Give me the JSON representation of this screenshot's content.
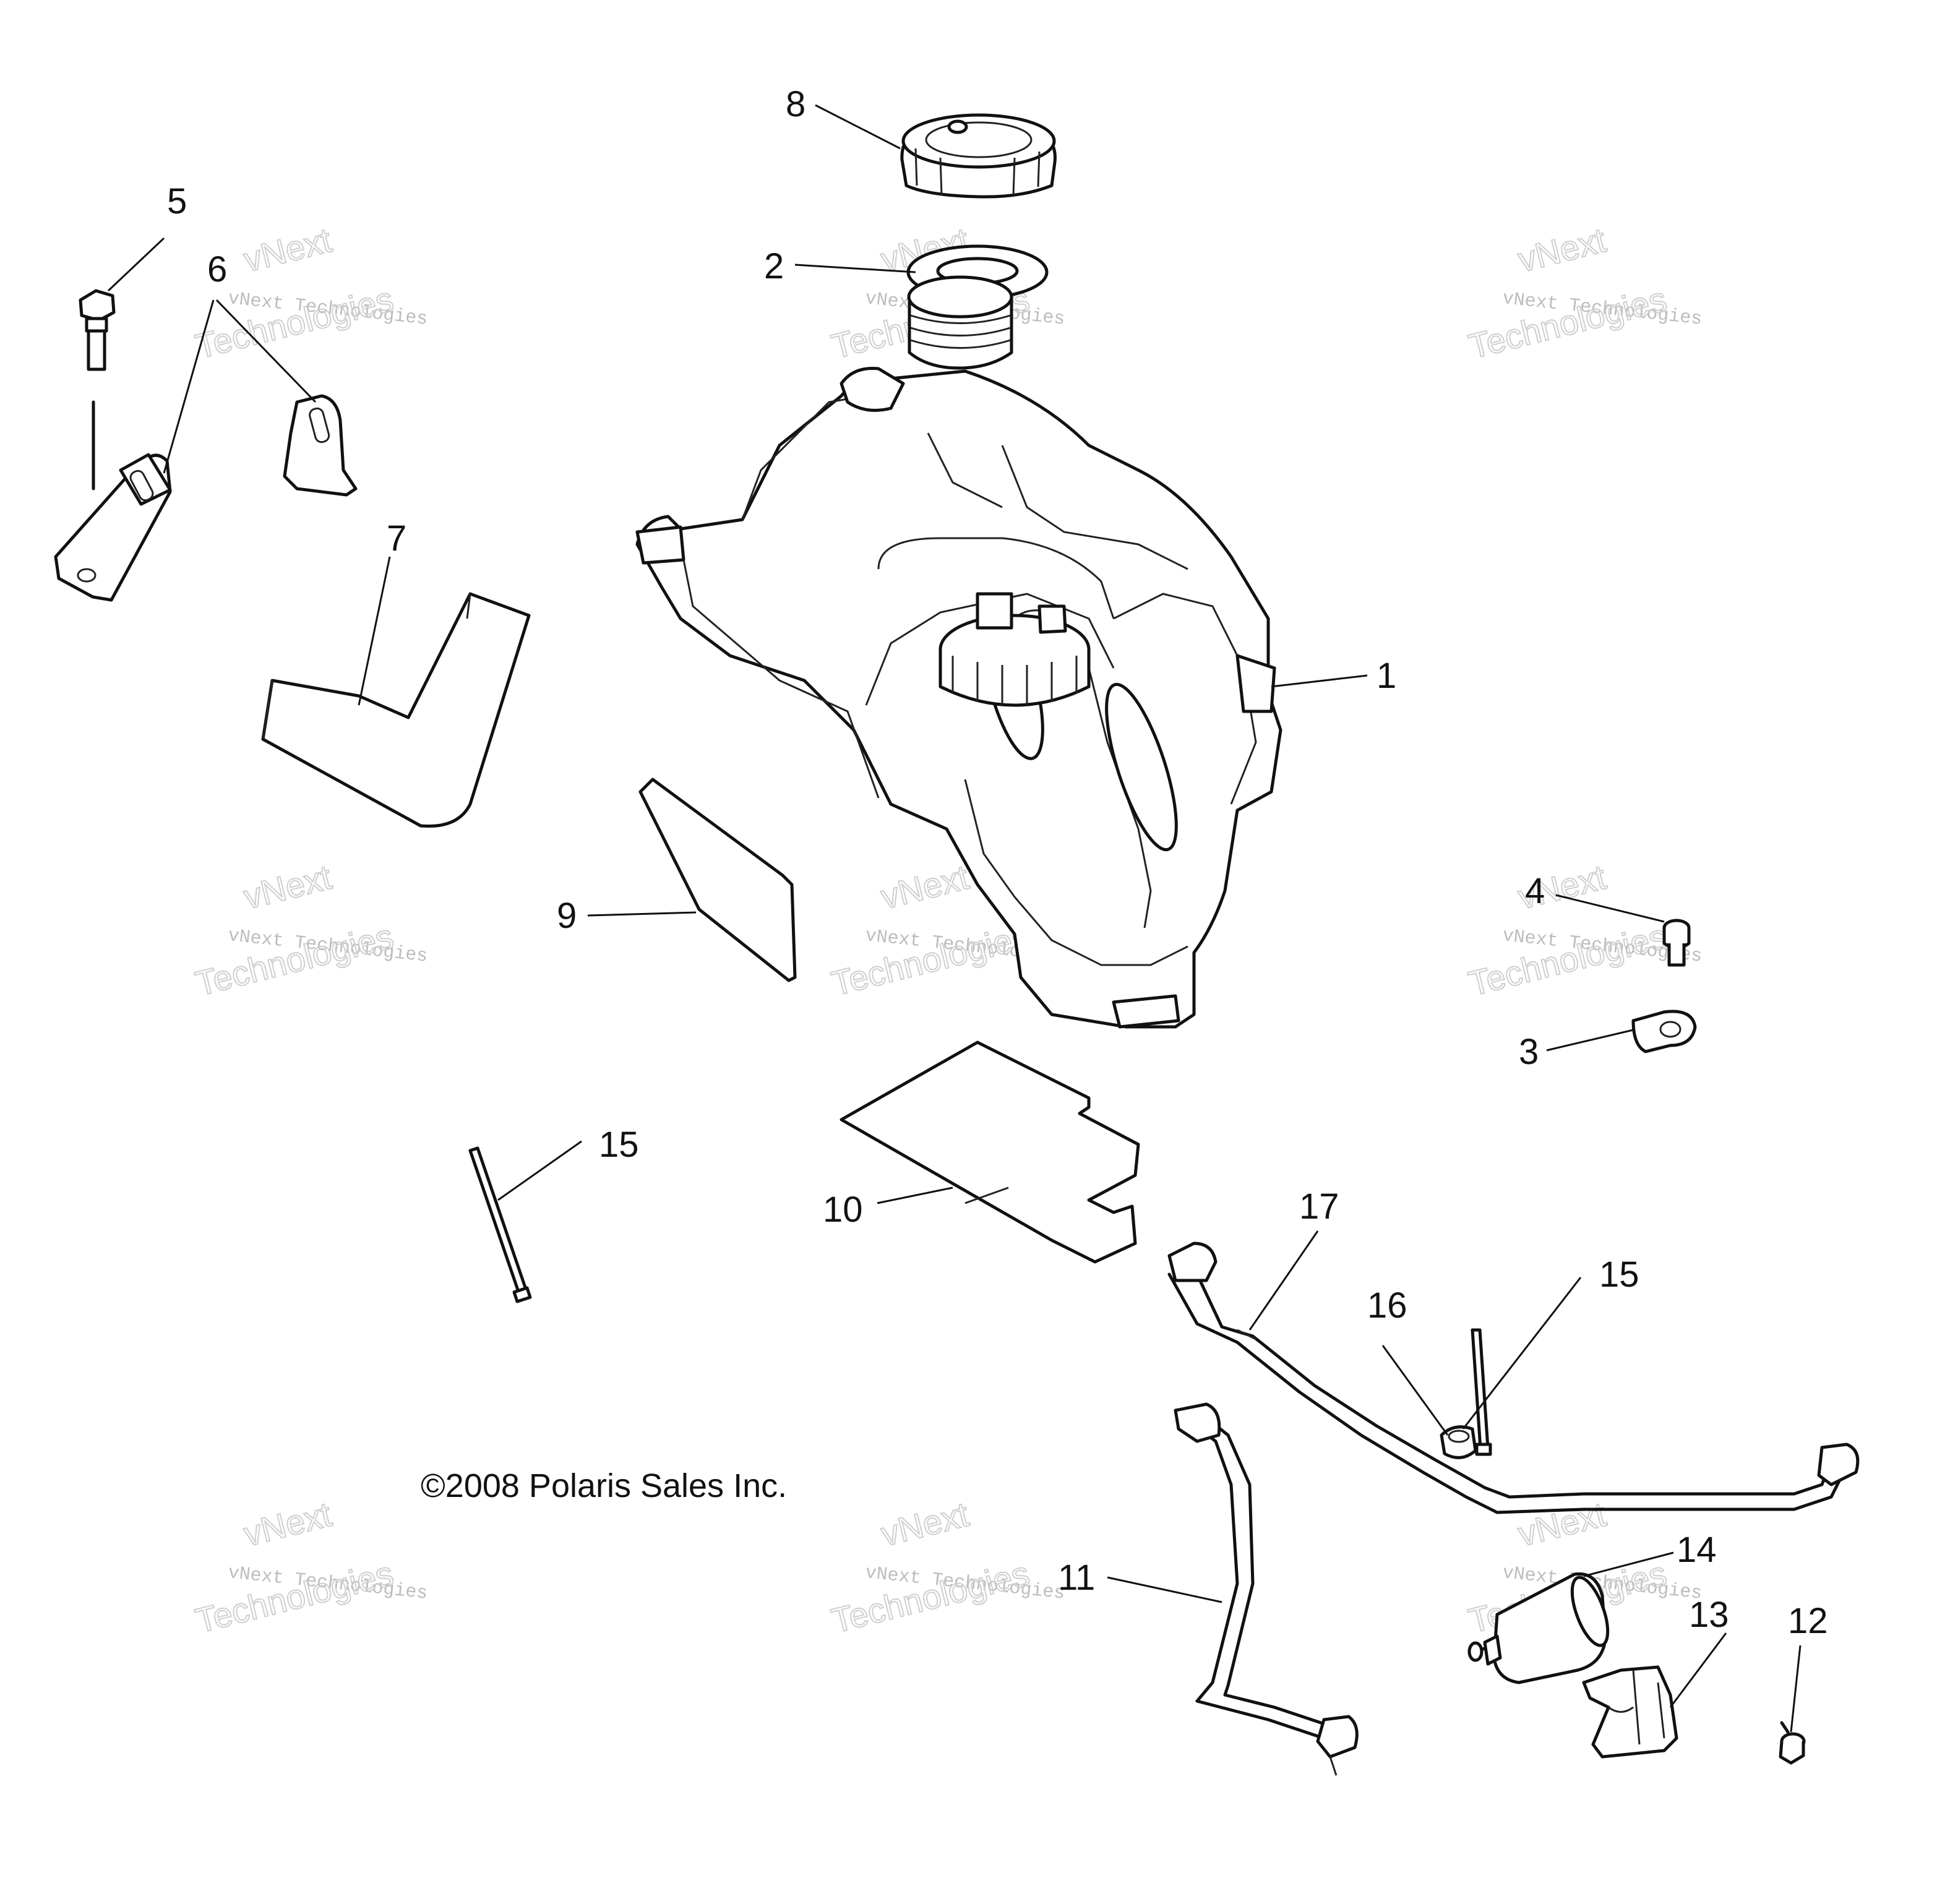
{
  "copyright": "©2008 Polaris Sales Inc.",
  "watermark": {
    "brand": "vNext",
    "line_small": "vNext Technologies",
    "line_large": "Technologies"
  },
  "callouts": [
    {
      "id": "1",
      "label": "1"
    },
    {
      "id": "2",
      "label": "2"
    },
    {
      "id": "3",
      "label": "3"
    },
    {
      "id": "4",
      "label": "4"
    },
    {
      "id": "5",
      "label": "5"
    },
    {
      "id": "6",
      "label": "6"
    },
    {
      "id": "7",
      "label": "7"
    },
    {
      "id": "8",
      "label": "8"
    },
    {
      "id": "9",
      "label": "9"
    },
    {
      "id": "10",
      "label": "10"
    },
    {
      "id": "11",
      "label": "11"
    },
    {
      "id": "12",
      "label": "12"
    },
    {
      "id": "13",
      "label": "13"
    },
    {
      "id": "14",
      "label": "14"
    },
    {
      "id": "15a",
      "label": "15"
    },
    {
      "id": "15b",
      "label": "15"
    },
    {
      "id": "16",
      "label": "16"
    },
    {
      "id": "17",
      "label": "17"
    }
  ]
}
